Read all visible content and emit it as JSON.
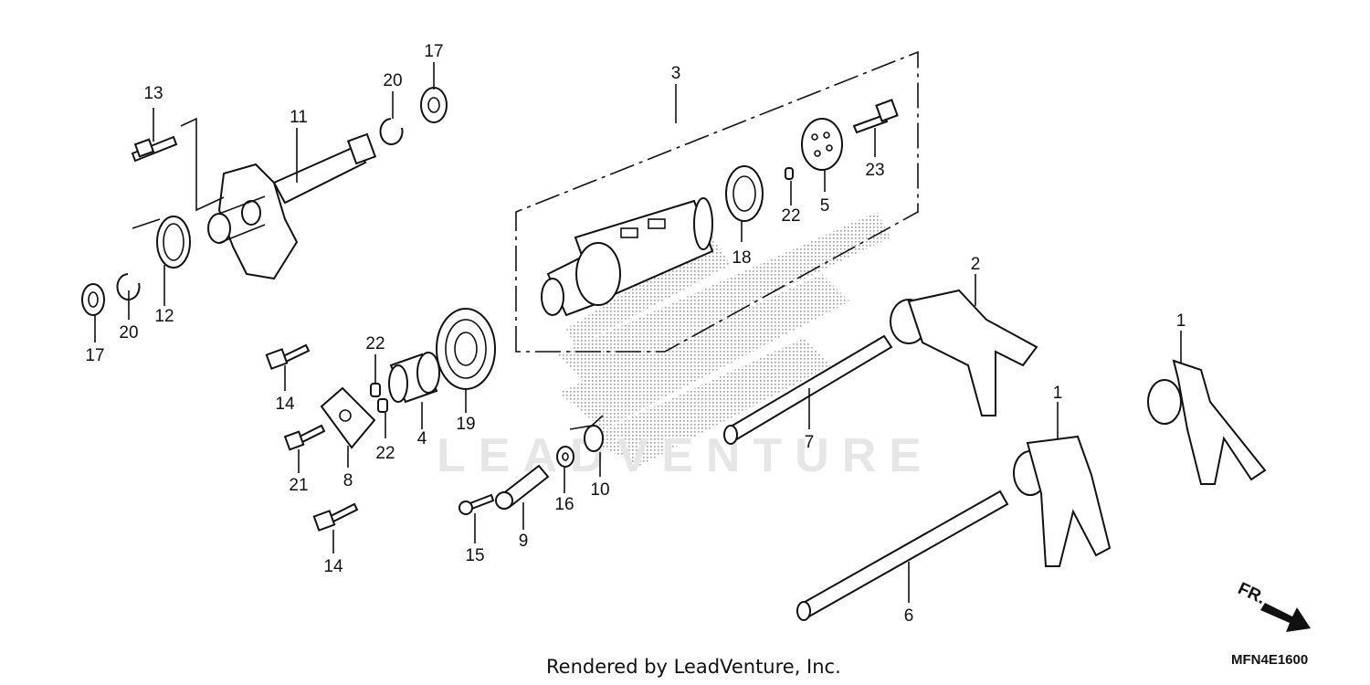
{
  "diagram": {
    "callouts": {
      "c1a": "1",
      "c1b": "1",
      "c2": "2",
      "c3": "3",
      "c4": "4",
      "c5": "5",
      "c6": "6",
      "c7": "7",
      "c8": "8",
      "c9": "9",
      "c10": "10",
      "c11": "11",
      "c12": "12",
      "c13": "13",
      "c14a": "14",
      "c14b": "14",
      "c15": "15",
      "c16": "16",
      "c17a": "17",
      "c17b": "17",
      "c18": "18",
      "c19": "19",
      "c20a": "20",
      "c20b": "20",
      "c21": "21",
      "c22a": "22",
      "c22b": "22",
      "c22c": "22",
      "c23": "23"
    },
    "direction_label": "FR.",
    "watermark": "LEADVENTURE"
  },
  "footer": {
    "credit": "Rendered by LeadVenture, Inc.",
    "code": "MFN4E1600"
  }
}
